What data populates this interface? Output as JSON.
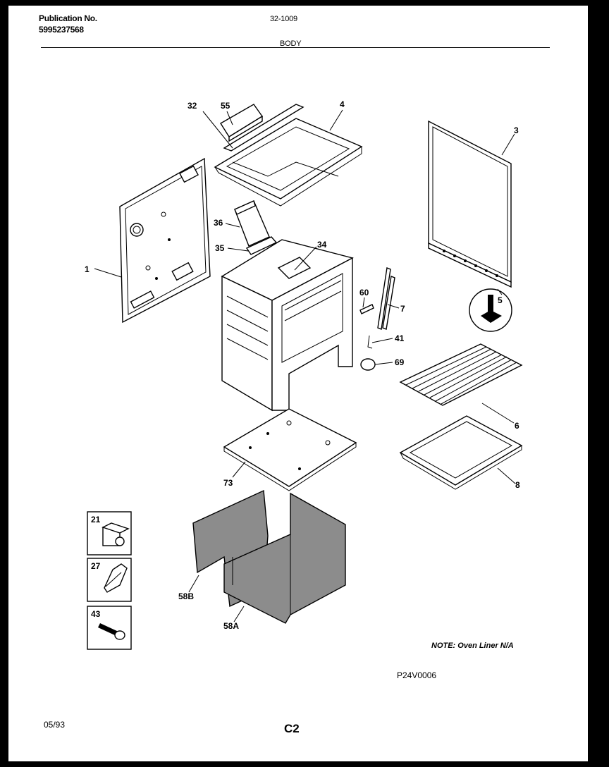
{
  "header": {
    "publication_label": "Publication No.",
    "publication_number": "5995237568",
    "model_number": "32-1009",
    "section_title": "BODY"
  },
  "parts": {
    "labels": [
      "32",
      "55",
      "4",
      "3",
      "1",
      "36",
      "35",
      "34",
      "60",
      "7",
      "5",
      "41",
      "69",
      "6",
      "73",
      "8",
      "58B",
      "58A"
    ]
  },
  "hardware": {
    "items": [
      {
        "number": "21",
        "icon": "clip-nut-icon"
      },
      {
        "number": "27",
        "icon": "bracket-clip-icon"
      },
      {
        "number": "43",
        "icon": "screw-icon"
      }
    ]
  },
  "footer": {
    "note": "NOTE: Oven Liner N/A",
    "diagram_code": "P24V0006",
    "date": "05/93",
    "page": "C2"
  }
}
